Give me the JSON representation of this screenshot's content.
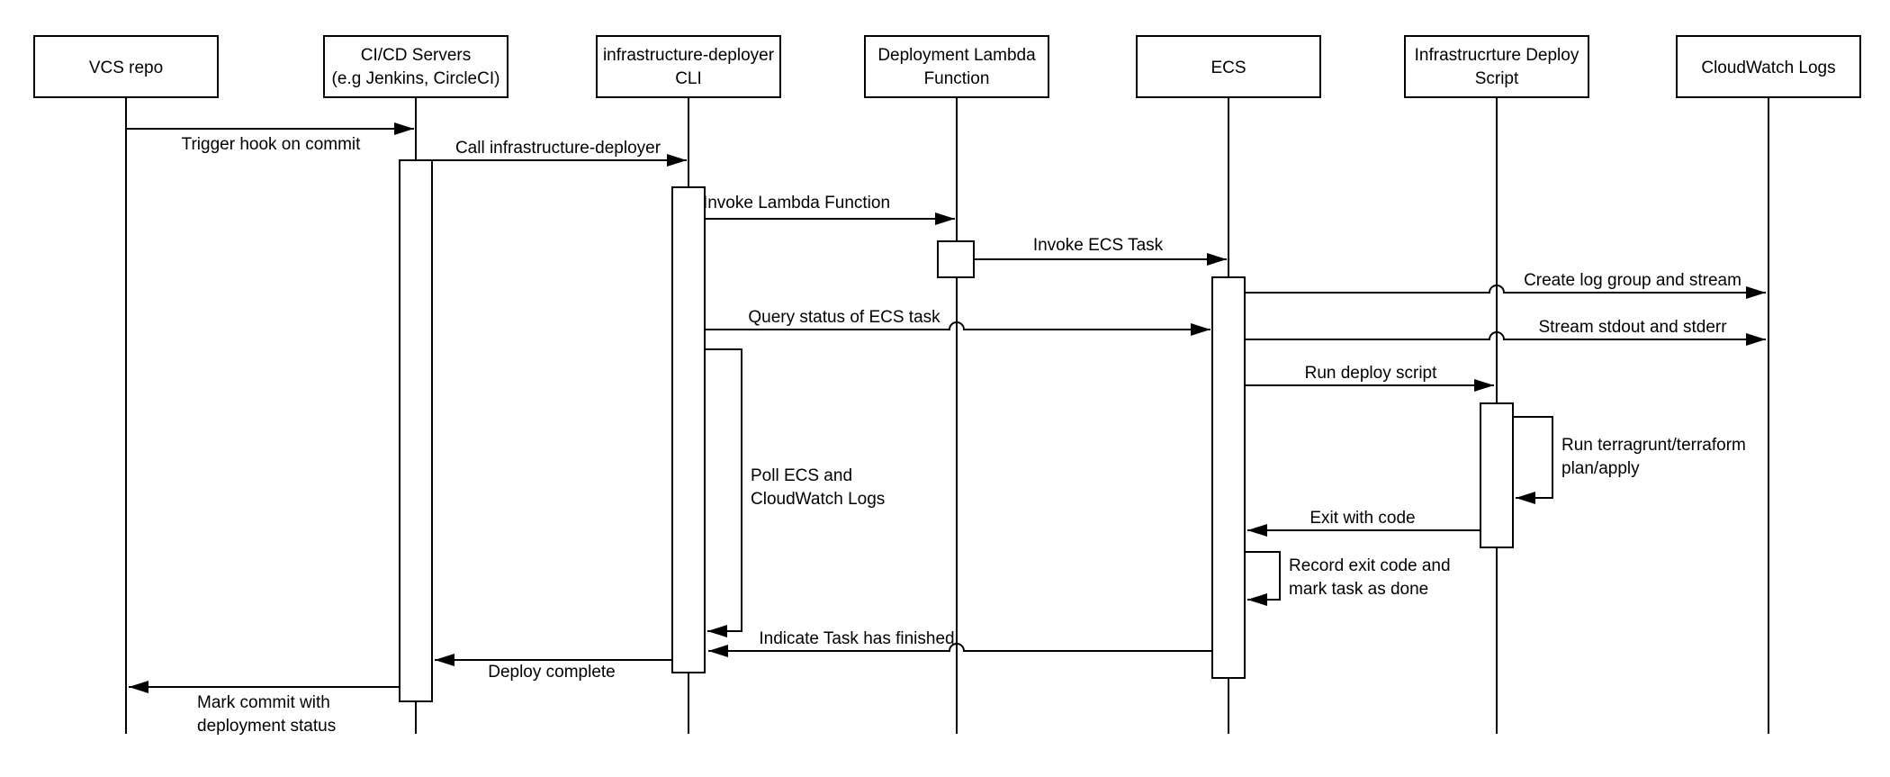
{
  "diagram": {
    "type": "sequence-diagram",
    "colors": {
      "stroke": "#000000",
      "background": "#ffffff"
    },
    "participants": [
      {
        "id": "vcs",
        "line1": "VCS repo"
      },
      {
        "id": "cicd",
        "line1": "CI/CD Servers",
        "line2": "(e.g Jenkins, CircleCI)"
      },
      {
        "id": "cli",
        "line1": "infrastructure-deployer",
        "line2": "CLI"
      },
      {
        "id": "lambda",
        "line1": "Deployment Lambda",
        "line2": "Function"
      },
      {
        "id": "ecs",
        "line1": "ECS"
      },
      {
        "id": "script",
        "line1": "Infrastrucrture Deploy",
        "line2": "Script"
      },
      {
        "id": "cloudwatch",
        "line1": "CloudWatch Logs"
      }
    ],
    "messages": {
      "trigger": "Trigger hook on commit",
      "call": "Call infrastructure-deployer",
      "invoke_lambda": "Invoke Lambda Function",
      "invoke_ecs": "Invoke ECS Task",
      "create_log": "Create log group and stream",
      "query_status": "Query status of ECS task",
      "stream_stdout": "Stream stdout and stderr",
      "run_deploy": "Run deploy script",
      "terragrunt_1": "Run terragrunt/terraform",
      "terragrunt_2": "plan/apply",
      "exit_code": "Exit with code",
      "record_1": "Record exit code and",
      "record_2": "mark task as done",
      "poll_1": "Poll ECS and",
      "poll_2": "CloudWatch Logs",
      "indicate": "Indicate Task has finished",
      "deploy_complete": "Deploy complete",
      "mark_commit_1": "Mark commit with",
      "mark_commit_2": "deployment status"
    }
  }
}
